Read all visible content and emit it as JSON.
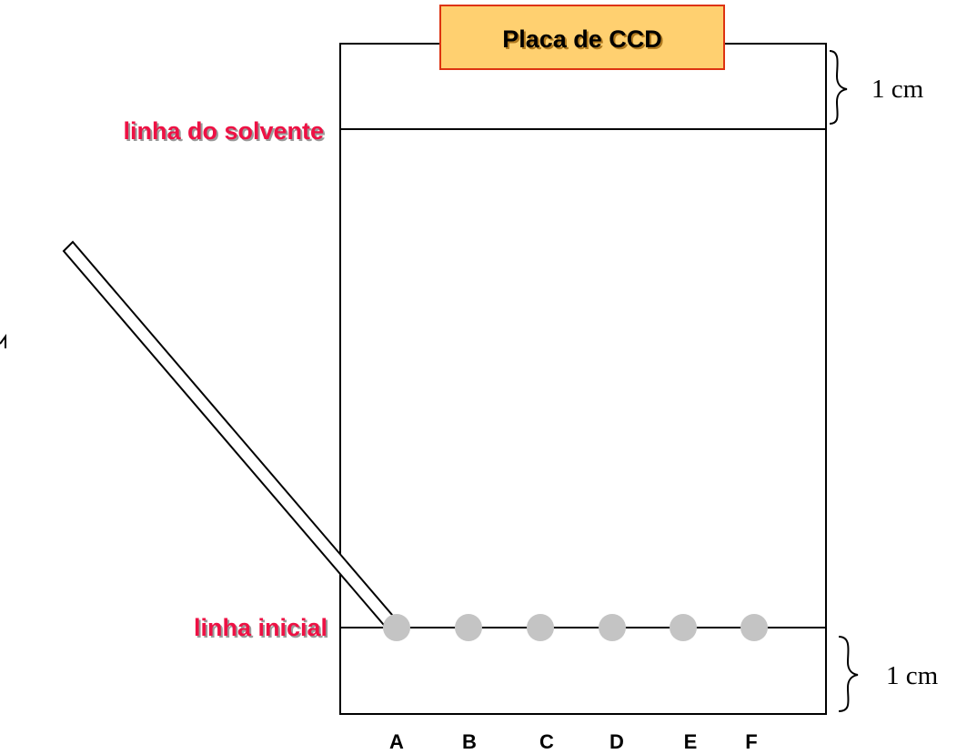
{
  "plate": {
    "title": "Placa de CCD",
    "title_fill": "#ffd070",
    "title_border": "#dd3311"
  },
  "labels": {
    "solvent_line": "linha do solvente",
    "start_line": "linha inicial",
    "top_margin": "1 cm",
    "bottom_margin": "1 cm",
    "label_color": "#ee1144"
  },
  "lanes": [
    {
      "id": "A",
      "label": "A"
    },
    {
      "id": "B",
      "label": "B"
    },
    {
      "id": "C",
      "label": "C"
    },
    {
      "id": "D",
      "label": "D"
    },
    {
      "id": "E",
      "label": "E"
    },
    {
      "id": "F",
      "label": "F"
    }
  ],
  "spot_color": "#c4c4c4",
  "icons": {
    "capillary": "capillary-tube-icon",
    "brace_top": "right-brace-icon",
    "brace_bottom": "right-brace-icon"
  }
}
